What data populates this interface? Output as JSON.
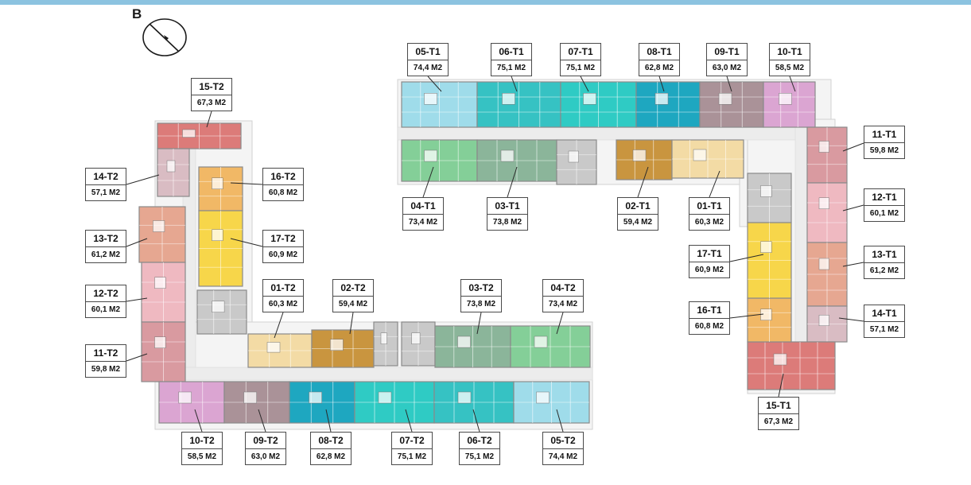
{
  "compass": {
    "letter": "B",
    "icon": "compass-icon"
  },
  "colors": {
    "corridor": "#f4f4f4",
    "wall": "#8a8a8a",
    "gray_block": "#c9c9c9",
    "units": {
      "01": "#f3dba5",
      "02": "#c9953f",
      "03": "#8bb59a",
      "04": "#84cf98",
      "05": "#9fdcea",
      "06": "#36c2c3",
      "07": "#2fcbc4",
      "08": "#1ea7c0",
      "09": "#aa9298",
      "10": "#dba5d2",
      "11": "#d99aa0",
      "12": "#efb9c1",
      "13": "#e6a791",
      "14": "#d9bcc3",
      "15": "#dc7b79",
      "16": "#f1b866",
      "17": "#f7d64a"
    }
  },
  "labels_t1": [
    {
      "code": "05-T1",
      "area": "74,4 M2"
    },
    {
      "code": "06-T1",
      "area": "75,1 M2"
    },
    {
      "code": "07-T1",
      "area": "75,1 M2"
    },
    {
      "code": "08-T1",
      "area": "62,8 M2"
    },
    {
      "code": "09-T1",
      "area": "63,0 M2"
    },
    {
      "code": "10-T1",
      "area": "58,5 M2"
    },
    {
      "code": "11-T1",
      "area": "59,8 M2"
    },
    {
      "code": "12-T1",
      "area": "60,1 M2"
    },
    {
      "code": "13-T1",
      "area": "61,2 M2"
    },
    {
      "code": "14-T1",
      "area": "57,1 M2"
    },
    {
      "code": "15-T1",
      "area": "67,3 M2"
    },
    {
      "code": "16-T1",
      "area": "60,8 M2"
    },
    {
      "code": "17-T1",
      "area": "60,9 M2"
    },
    {
      "code": "01-T1",
      "area": "60,3 M2"
    },
    {
      "code": "02-T1",
      "area": "59,4 M2"
    },
    {
      "code": "03-T1",
      "area": "73,8 M2"
    },
    {
      "code": "04-T1",
      "area": "73,4 M2"
    }
  ],
  "labels_t2": [
    {
      "code": "15-T2",
      "area": "67,3 M2"
    },
    {
      "code": "14-T2",
      "area": "57,1 M2"
    },
    {
      "code": "16-T2",
      "area": "60,8 M2"
    },
    {
      "code": "13-T2",
      "area": "61,2 M2"
    },
    {
      "code": "17-T2",
      "area": "60,9 M2"
    },
    {
      "code": "12-T2",
      "area": "60,1 M2"
    },
    {
      "code": "11-T2",
      "area": "59,8 M2"
    },
    {
      "code": "01-T2",
      "area": "60,3 M2"
    },
    {
      "code": "02-T2",
      "area": "59,4 M2"
    },
    {
      "code": "03-T2",
      "area": "73,8 M2"
    },
    {
      "code": "04-T2",
      "area": "73,4 M2"
    },
    {
      "code": "10-T2",
      "area": "58,5 M2"
    },
    {
      "code": "09-T2",
      "area": "63,0 M2"
    },
    {
      "code": "08-T2",
      "area": "62,8 M2"
    },
    {
      "code": "07-T2",
      "area": "75,1 M2"
    },
    {
      "code": "06-T2",
      "area": "75,1 M2"
    },
    {
      "code": "05-T2",
      "area": "74,4 M2"
    }
  ]
}
